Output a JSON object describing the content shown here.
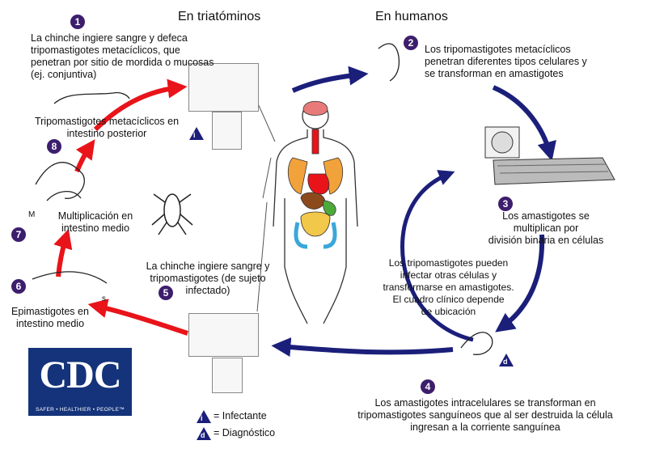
{
  "headers": {
    "triatomines": "En triatóminos",
    "humans": "En humanos"
  },
  "steps": {
    "1": {
      "num": "1",
      "text": "La chinche ingiere sangre y defeca\ntripomastigotes metacíclicos, que\npenetran por sitio de mordida o mucosas\n(ej. conjuntiva)"
    },
    "2": {
      "num": "2",
      "text": "Los tripomastigotes metacíclicos\npenetran diferentes tipos celulares y\nse transforman en amastigotes"
    },
    "3": {
      "num": "3",
      "text": "Los amastigotes se\nmultiplican por\ndivisión binaria en células"
    },
    "4": {
      "num": "4",
      "text": "Los amastigotes intracelulares se transforman en\ntripomastigotes sanguíneos que al ser destruida la célula\ningresan a la corriente sanguínea"
    },
    "5": {
      "num": "5",
      "text": "La chinche ingiere sangre y\ntripomastigotes (de sujeto\ninfectado)"
    },
    "6": {
      "num": "6",
      "text": "Epimastigotes en\nintestino medio"
    },
    "7": {
      "num": "7",
      "text": "Multiplicación en\nintestino medio"
    },
    "8": {
      "num": "8",
      "text": "Tripomastigotes metacíclicos en\nintestino posterior"
    }
  },
  "inner_note": "Los tripomastigotes pueden\ninfectar otras células y\ntransformarse en amastigotes.\nEl cuadro clínico depende\nde ubicación",
  "markers": {
    "i": "i",
    "d": "d",
    "s": "s",
    "m": "M"
  },
  "legend": {
    "infective": "= Infectante",
    "diagnostic": "= Diagnóstico"
  },
  "logo": {
    "letters": "CDC",
    "tagline": "SAFER • HEALTHIER • PEOPLE™"
  },
  "colors": {
    "red_arrows": "#e8141a",
    "blue_arrows": "#1b1f7a",
    "step_badge": "#3d1e6d",
    "logo_bg": "#14337a"
  }
}
